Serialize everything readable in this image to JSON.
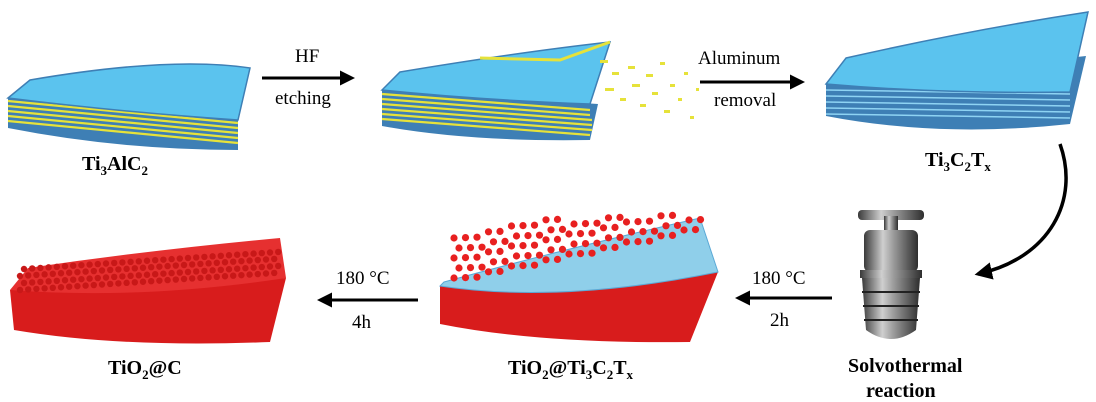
{
  "colors": {
    "sheet_blue": "#5BC3EE",
    "sheet_edge": "#3E7FB5",
    "al_layer": "#E6E23A",
    "particle_red": "#E82020",
    "arrow": "#000000"
  },
  "steps": [
    {
      "id": "ti3alc2",
      "label_main": "Ti",
      "sub1": "3",
      "mid": "AlC",
      "sub2": "2"
    },
    {
      "id": "etched",
      "label": ""
    },
    {
      "id": "ti3c2tx",
      "main1": "Ti",
      "sub1": "3",
      "main2": "C",
      "sub2": "2",
      "main3": "T",
      "sub3": "x"
    },
    {
      "id": "autoclave",
      "line1": "Solvothermal",
      "line2": "reaction"
    },
    {
      "id": "tio2_ti3c2tx",
      "main1": "TiO",
      "sub1": "2",
      "main2": "@Ti",
      "sub2": "3",
      "main3": "C",
      "sub3": "2",
      "main4": "T",
      "sub4": "x"
    },
    {
      "id": "tio2c",
      "main1": "TiO",
      "sub1": "2",
      "main2": "@C"
    }
  ],
  "arrows": {
    "a1": {
      "top": "HF",
      "bottom": "etching"
    },
    "a2": {
      "top": "Aluminum",
      "bottom": "removal"
    },
    "a3": {
      "top": "180 °C",
      "bottom": "2h"
    },
    "a4": {
      "top": "180 °C",
      "bottom": "4h"
    }
  },
  "icons": [
    "layered-stack-icon",
    "autoclave-icon",
    "curved-arrow-icon"
  ]
}
